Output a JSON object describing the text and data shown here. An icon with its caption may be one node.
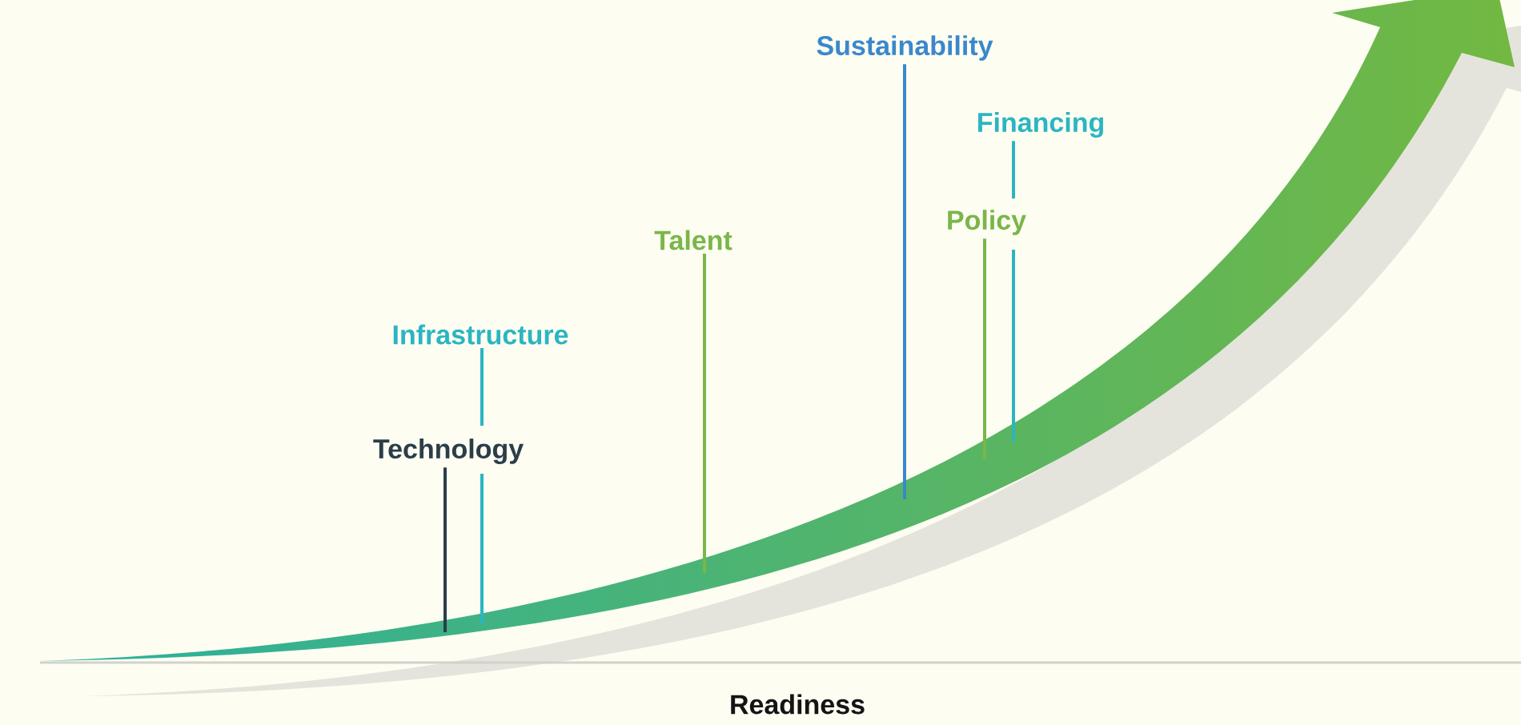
{
  "diagram": {
    "nodes": [
      {
        "text": [
          "Technology"
        ]
      },
      {
        "text": [
          "Infrastructure"
        ]
      },
      {
        "text": [
          "Talent"
        ]
      },
      {
        "text": [
          "Sustainability"
        ]
      },
      {
        "text": [
          "Financing"
        ]
      },
      {
        "text": [
          "Policy"
        ]
      }
    ],
    "edges": [
      {
        "from": 0,
        "to": null,
        "arrow": "none",
        "color": "#2b3d49"
      },
      {
        "from": 1,
        "to": null,
        "arrow": "none",
        "color": "#2bb5c2"
      },
      {
        "from": 2,
        "to": null,
        "arrow": "none",
        "color": "#7ab648"
      },
      {
        "from": 3,
        "to": null,
        "arrow": "none",
        "color": "#3a88cc"
      },
      {
        "from": 4,
        "to": null,
        "arrow": "none",
        "color": "#2bb5c2"
      },
      {
        "from": 5,
        "to": null,
        "arrow": "none",
        "color": "#7ab648"
      }
    ],
    "labels": [
      "Readiness"
    ]
  }
}
